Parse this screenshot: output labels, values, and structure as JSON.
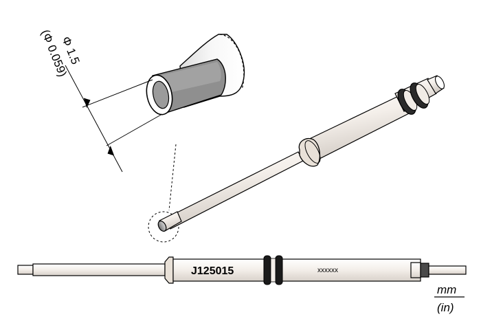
{
  "dimension": {
    "metric": "Φ 1.5",
    "imperial": "(Φ 0.059)"
  },
  "part_number": "J125015",
  "marking": "xxxxxx",
  "units": {
    "primary": "mm",
    "secondary": "(in)"
  },
  "colors": {
    "outline": "#000000",
    "shaft": "#f3eee9",
    "tip_dark": "#8a8a8a",
    "bore": "#9a9a9a",
    "ring": "#1a1a1a"
  }
}
